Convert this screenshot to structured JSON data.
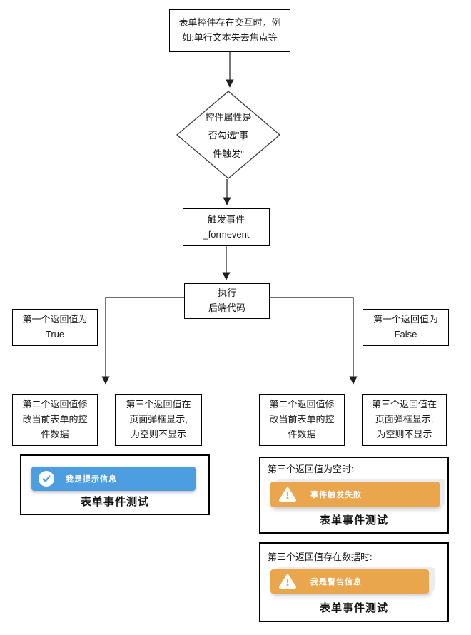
{
  "colors": {
    "info_blue": "#4D9EE0",
    "warn_orange": "#E9A64D",
    "wire": "#3c3c3c",
    "border": "#000000"
  },
  "flow": {
    "top_box": {
      "lines": [
        "表单控件存在交互时，例",
        "如:单行文本失去焦点等"
      ]
    },
    "decision": {
      "lines": [
        "控件属性是",
        "否勾选\"事",
        "件触发\""
      ]
    },
    "trigger_box": {
      "lines": [
        "触发事件",
        "_formevent"
      ]
    },
    "exec_box": {
      "lines": [
        "执行",
        "后端代码"
      ]
    },
    "branch_true": {
      "lines": [
        "第一个返回值为",
        "True"
      ]
    },
    "branch_false": {
      "lines": [
        "第一个返回值为",
        "False"
      ]
    },
    "modify_box": {
      "lines": [
        "第二个返回值修",
        "改当前表单的控",
        "件数据"
      ]
    },
    "popup_box": {
      "lines": [
        "第三个返回值在",
        "页面弹框显示,",
        "为空则不显示"
      ]
    }
  },
  "demos": {
    "success": {
      "message": "我是提示信息",
      "title": "表单事件测试"
    },
    "empty": {
      "label": "第三个返回值为空时:",
      "message": "事件触发失败",
      "title": "表单事件测试"
    },
    "data": {
      "label": "第三个返回值存在数据时:",
      "message": "我是警告信息",
      "title": "表单事件测试"
    }
  }
}
